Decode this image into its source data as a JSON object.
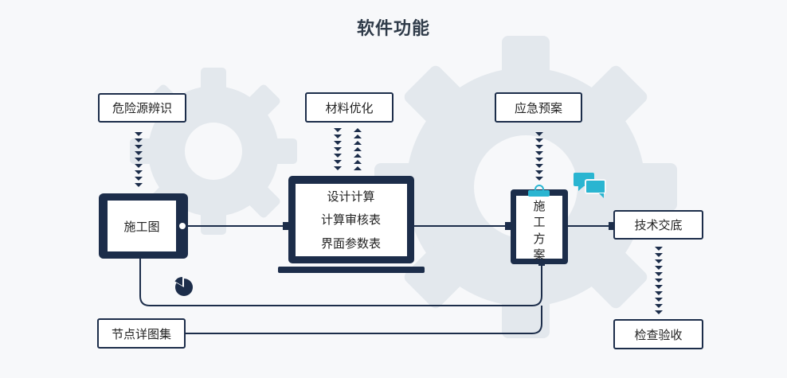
{
  "title": "软件功能",
  "nodes": {
    "hazard": "危险源辨识",
    "material": "材料优化",
    "emergency": "应急预案",
    "drawing": "施工图",
    "laptop_lines": [
      "设计计算",
      "计算审核表",
      "界面参数表"
    ],
    "plan_chars": [
      "施",
      "工",
      "方",
      "案"
    ],
    "briefing": "技术交底",
    "inspection": "检查验收",
    "details": "节点详图集"
  },
  "colors": {
    "navy": "#1c2d4a",
    "accent": "#2ab5d1",
    "gear": "#e3e8ed",
    "background": "#f7f8fa"
  },
  "icons": [
    "gear-icon",
    "pie-chart-icon",
    "chat-bubbles-icon",
    "clipboard-clip-icon"
  ]
}
